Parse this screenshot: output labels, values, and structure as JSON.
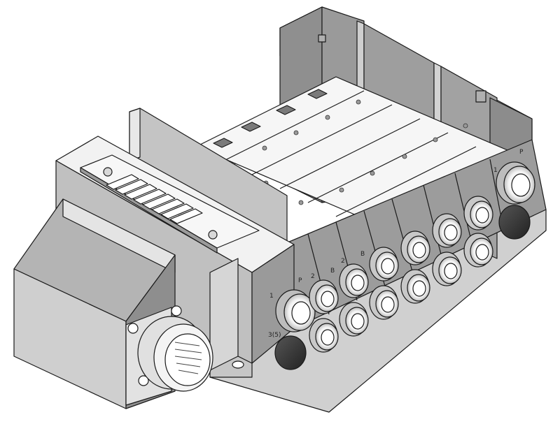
{
  "image": {
    "subject": "Pneumatic solenoid valve manifold (CAD render)",
    "background": "#ffffff",
    "colors": {
      "light_face": "#f2f2f2",
      "mid_face": "#c8c8c8",
      "dark_face": "#8a8a8a",
      "edge": "#1a1a1a",
      "port_dark": "#3a3a3a"
    }
  },
  "components": {
    "connector_housing": {
      "label": "connector-housing"
    },
    "circular_connector": {
      "label": "circular-connector"
    },
    "terminal_cover": {
      "label": "terminal-cover",
      "slots": 8
    },
    "valve_stations": {
      "count": 6
    },
    "end_plate": {
      "label": "end-plate"
    }
  },
  "port_labels": {
    "supply_number": "1",
    "supply_letter": "P",
    "output_number": "2",
    "output_letter": "B",
    "exhaust": "3(5)"
  }
}
